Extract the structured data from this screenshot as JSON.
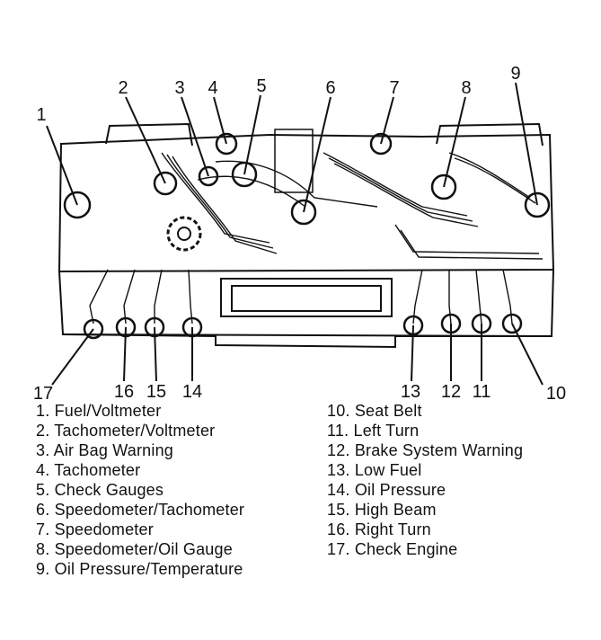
{
  "callouts": {
    "c1": "1",
    "c2": "2",
    "c3": "3",
    "c4": "4",
    "c5": "5",
    "c6": "6",
    "c7": "7",
    "c8": "8",
    "c9": "9",
    "c10": "10",
    "c11": "11",
    "c12": "12",
    "c13": "13",
    "c14": "14",
    "c15": "15",
    "c16": "16",
    "c17": "17"
  },
  "legend": {
    "left": [
      "1. Fuel/Voltmeter",
      "2. Tachometer/Voltmeter",
      "3. Air Bag Warning",
      "4. Tachometer",
      "5. Check Gauges",
      "6. Speedometer/Tachometer",
      "7. Speedometer",
      "8. Speedometer/Oil Gauge",
      "9. Oil Pressure/Temperature"
    ],
    "right": [
      "10. Seat Belt",
      "11. Left Turn",
      "12. Brake System Warning",
      "13. Low Fuel",
      "14. Oil Pressure",
      "15. High Beam",
      "16. Right Turn",
      "17. Check Engine"
    ]
  }
}
